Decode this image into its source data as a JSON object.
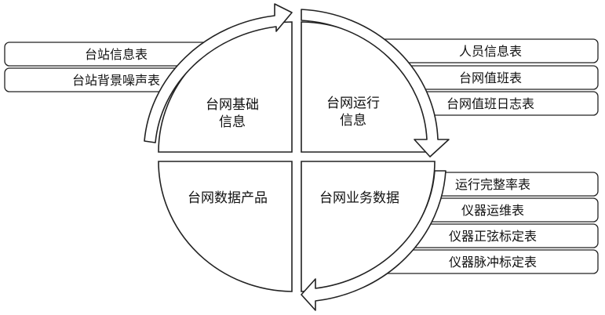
{
  "quadrants": {
    "top_left": {
      "line1": "台网基础",
      "line2": "信息"
    },
    "top_right": {
      "line1": "台网运行",
      "line2": "信息"
    },
    "bottom_left": {
      "line1": "台网数据产品"
    },
    "bottom_right": {
      "line1": "台网业务数据"
    }
  },
  "left_tables": [
    {
      "label": "台站信息表"
    },
    {
      "label": "台站背景噪声表"
    }
  ],
  "right_top_tables": [
    {
      "label": "人员信息表"
    },
    {
      "label": "台网值班表"
    },
    {
      "label": "台网值班日志表"
    }
  ],
  "right_bottom_tables": [
    {
      "label": "运行完整率表"
    },
    {
      "label": "仪器运维表"
    },
    {
      "label": "仪器正弦标定表"
    },
    {
      "label": "仪器脉冲标定表"
    }
  ]
}
